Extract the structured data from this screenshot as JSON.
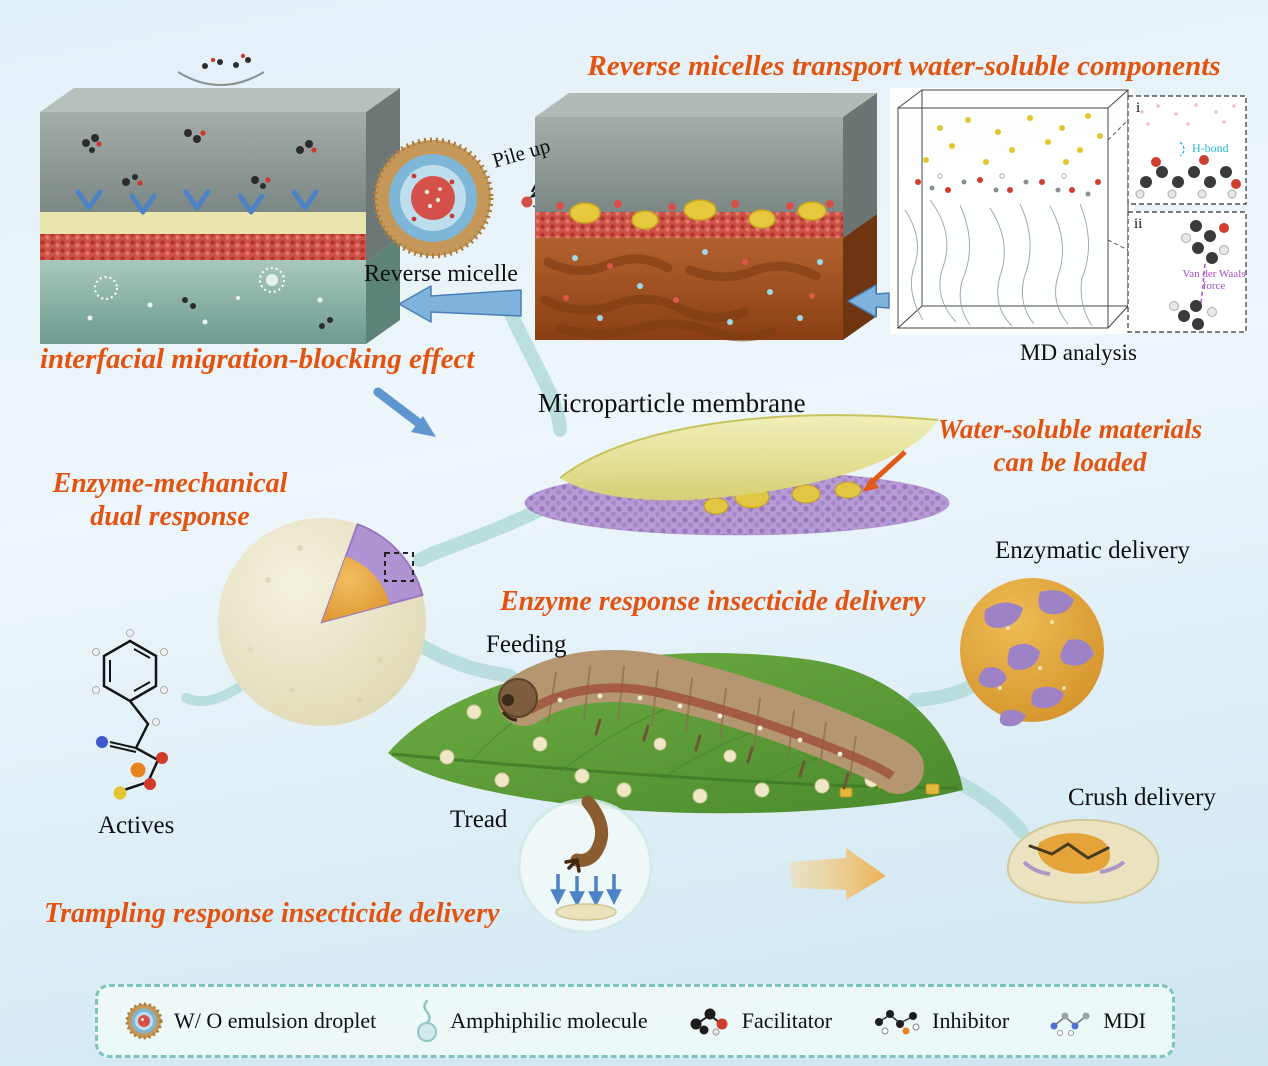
{
  "colors": {
    "accent_orange": "#e35310",
    "bg_top": "#e2f0f7",
    "bg_bottom": "#cde5f1",
    "legend_border": "#7cc4bd"
  },
  "headline": {
    "top": "Reverse micelles transport water-soluble components"
  },
  "sections": {
    "interfacial": "interfacial migration-blocking effect",
    "enzyme_mechanical_line1": "Enzyme-mechanical",
    "enzyme_mechanical_line2": "dual response",
    "water_soluble_line1": "Water-soluble materials",
    "water_soluble_line2": "can be loaded",
    "enzyme_response": "Enzyme response insecticide delivery",
    "trampling": "Trampling response insecticide delivery"
  },
  "labels": {
    "pile_up": "Pile up",
    "reverse_micelle": "Reverse micelle",
    "md_analysis": "MD analysis",
    "microparticle_membrane": "Microparticle membrane",
    "feeding": "Feeding",
    "enzymatic_delivery": "Enzymatic delivery",
    "tread": "Tread",
    "crush_delivery": "Crush delivery",
    "actives": "Actives"
  },
  "md_insets": {
    "i": "i",
    "ii": "ii",
    "h_bond": "H-bond",
    "van_der_waals": "Van der Waals force"
  },
  "legend": {
    "items": [
      {
        "label": "W/ O emulsion droplet",
        "icon": "wo-emulsion-droplet-icon"
      },
      {
        "label": "Amphiphilic molecule",
        "icon": "amphiphilic-molecule-icon"
      },
      {
        "label": "Facilitator",
        "icon": "facilitator-icon"
      },
      {
        "label": "Inhibitor",
        "icon": "inhibitor-icon"
      },
      {
        "label": "MDI",
        "icon": "mdi-icon"
      }
    ]
  }
}
